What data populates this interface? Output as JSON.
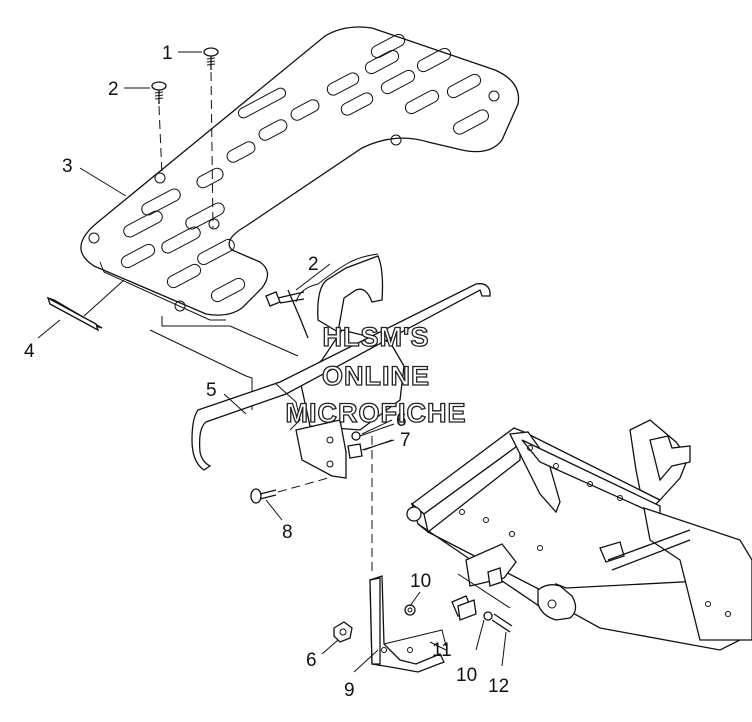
{
  "callouts": {
    "c1": "1",
    "c2a": "2",
    "c2b": "2",
    "c3": "3",
    "c4": "4",
    "c5": "5",
    "c6a": "6",
    "c6b": "6",
    "c7": "7",
    "c8": "8",
    "c9": "9",
    "c10a": "10",
    "c10b": "10",
    "c11": "11",
    "c12": "12"
  },
  "watermark": {
    "line1": "HLSM'S",
    "line2": "ONLINE",
    "line3": "MICROFICHE"
  }
}
